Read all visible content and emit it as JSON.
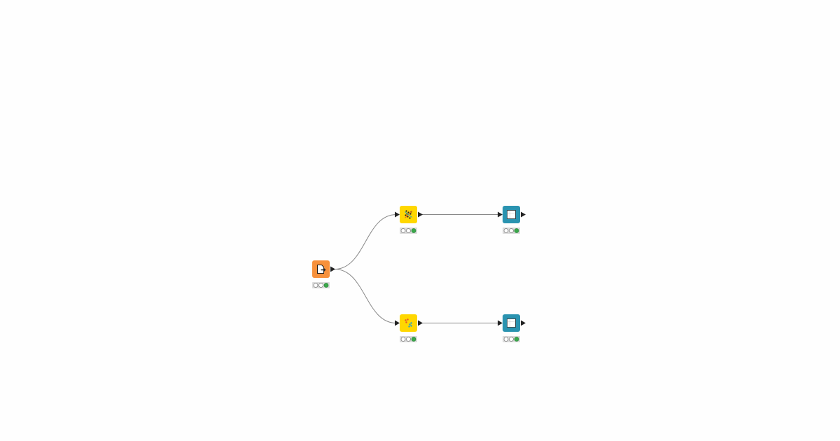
{
  "colors": {
    "source": "#f7913c",
    "manipulator": "#ffd700",
    "view": "#2a93b0",
    "status_ok": "#3aa84a",
    "connection": "#888888"
  },
  "nodes": [
    {
      "id": "n1",
      "kind": "source",
      "icon": "file-reader-icon",
      "status": "executed"
    },
    {
      "id": "n2",
      "kind": "manipulator",
      "icon": "scatter-shuffle-icon",
      "status": "executed"
    },
    {
      "id": "n3",
      "kind": "view",
      "icon": "table-view-icon",
      "status": "executed"
    },
    {
      "id": "n4",
      "kind": "manipulator",
      "icon": "cluster-dots-icon",
      "status": "executed"
    },
    {
      "id": "n5",
      "kind": "view",
      "icon": "table-view-icon",
      "status": "executed"
    }
  ],
  "connections": [
    {
      "from": "n1",
      "to": "n2"
    },
    {
      "from": "n1",
      "to": "n4"
    },
    {
      "from": "n2",
      "to": "n3"
    },
    {
      "from": "n4",
      "to": "n5"
    }
  ]
}
